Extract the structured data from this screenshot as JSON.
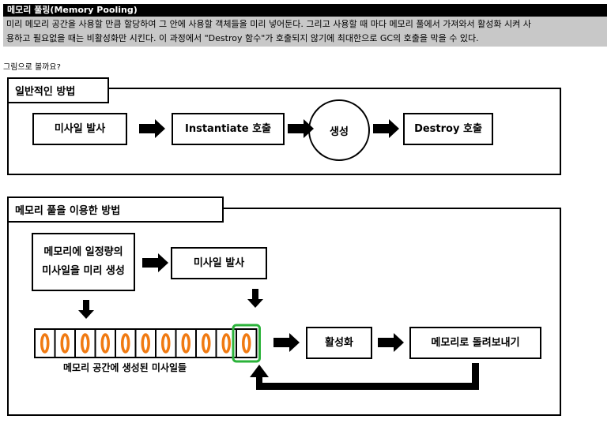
{
  "header": {
    "title": "메모리 풀링(Memory Pooling)",
    "desc_line1": "미리 메모리 공간을 사용할 만큼 할당하여 그 안에 사용할 객체들을 미리 넣어둔다. 그리고 사용할 때 마다 메모리 풀에서 가져와서 활성화 시켜 사",
    "desc_line2": "용하고 필요없을 때는 비활성화만 시킨다. 이 과정에서 \"Destroy 함수\"가 호출되지 않기에 최대한으로 GC의 호출을 막을 수 있다."
  },
  "caption": "그림으로 볼까요?",
  "normal": {
    "title": "일반적인 방법",
    "step1": "미사일 발사",
    "step2": "Instantiate 호출",
    "step3": "생성",
    "step4": "Destroy 호출"
  },
  "pool": {
    "title": "메모리 풀을 이용한 방법",
    "create_line1": "메모리에 일정량의",
    "create_line2": "미사일을 미리 생성",
    "fire": "미사일 발사",
    "activate": "활성화",
    "return": "메모리로 돌려보내기",
    "pool_label": "메모리 공간에 생성된 미사일들",
    "slot_count": 11,
    "selected_slot": 11
  },
  "colors": {
    "missile": "#f07a12",
    "highlight": "#2bb33a",
    "desc_bg": "#c8c8c8"
  }
}
